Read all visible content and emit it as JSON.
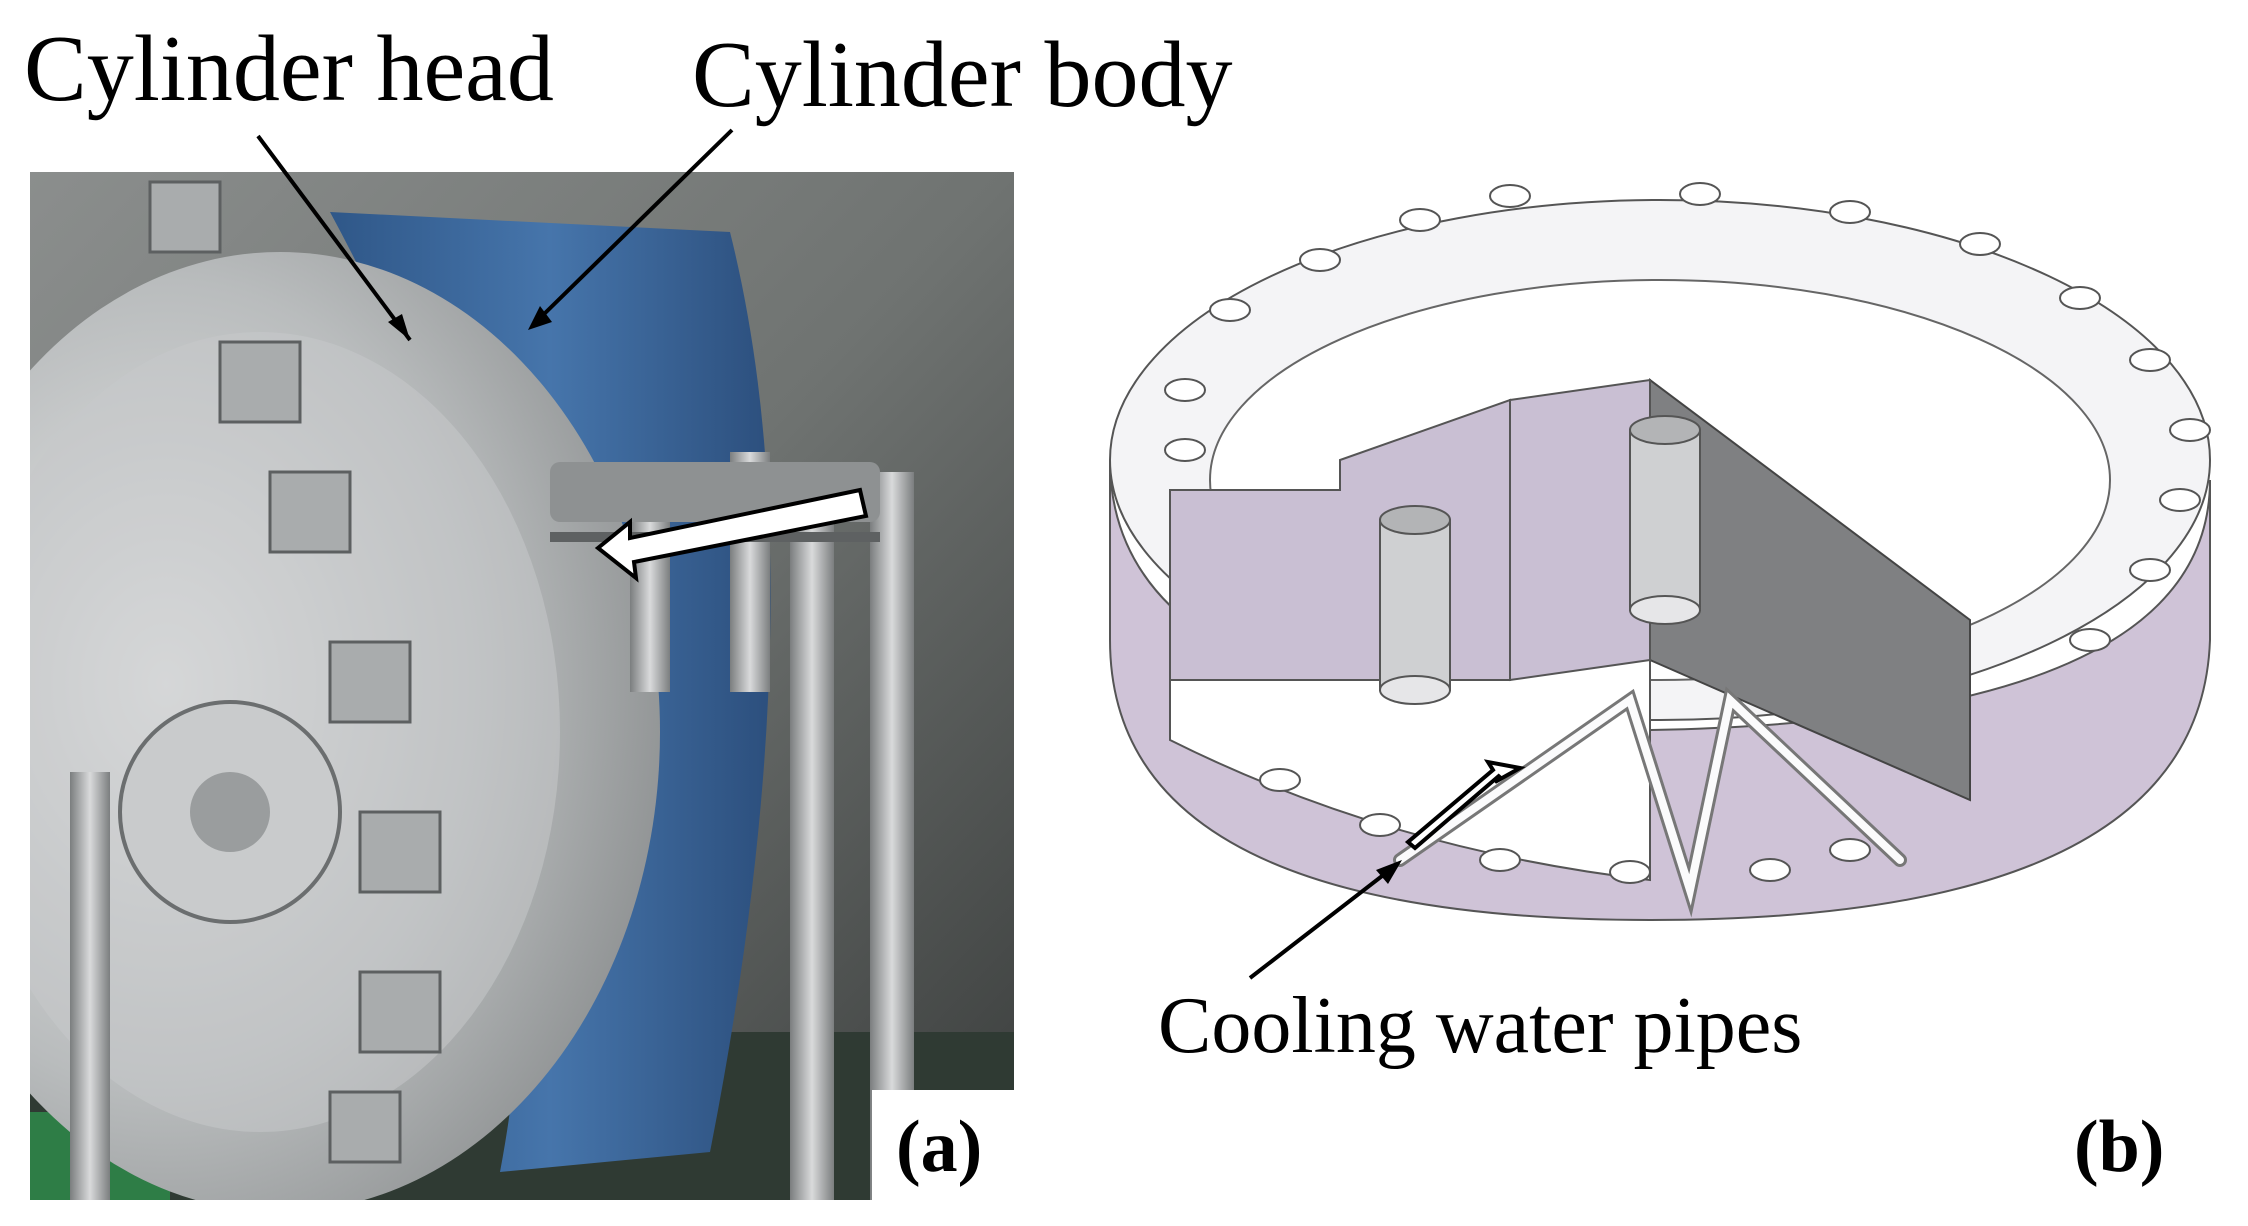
{
  "labels": {
    "cylinder_head": "Cylinder head",
    "cylinder_body": "Cylinder body",
    "cooling_water_pipes": "Cooling water pipes",
    "panel_a": "(a)",
    "panel_b": "(b)"
  },
  "colors": {
    "steel": "#c8cacb",
    "blue_body": "#3e6a9c",
    "flange_face": "#e9e9ee",
    "cut_face": "#c9bfd3",
    "background": "#ffffff"
  }
}
